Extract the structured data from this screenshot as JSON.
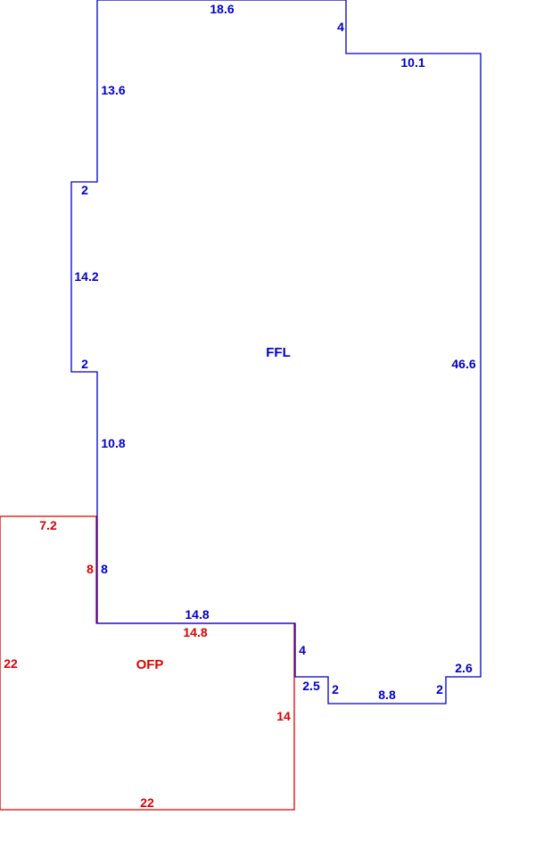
{
  "colors": {
    "main": "#0000cc",
    "porch": "#dd0000"
  },
  "areas": {
    "ffl": {
      "name": "FFL",
      "edges": [
        "18.6",
        "4",
        "10.1",
        "46.6",
        "2.6",
        "2",
        "8.8",
        "2",
        "2.5",
        "4",
        "14.8",
        "8",
        "10.8",
        "2",
        "14.2",
        "2",
        "13.6"
      ]
    },
    "ofp": {
      "name": "OFP",
      "edges": [
        "7.2",
        "8",
        "14.8",
        "14",
        "22",
        "22"
      ]
    }
  }
}
